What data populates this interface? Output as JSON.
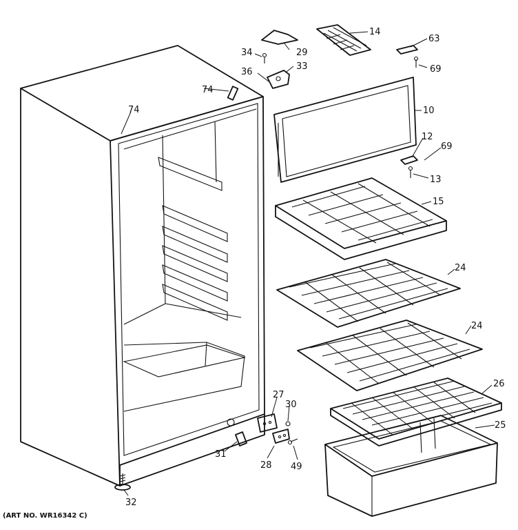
{
  "caption": "(ART NO. WR16342 C)",
  "parts": {
    "p74a": "74",
    "p74b": "74",
    "p34": "34",
    "p29": "29",
    "p14": "14",
    "p63": "63",
    "p69a": "69",
    "p36": "36",
    "p33": "33",
    "p10": "10",
    "p12": "12",
    "p69b": "69",
    "p13": "13",
    "p15": "15",
    "p24a": "24",
    "p24b": "24",
    "p26": "26",
    "p25": "25",
    "p27": "27",
    "p30": "30",
    "p31": "31",
    "p28": "28",
    "p49": "49",
    "p32": "32"
  }
}
